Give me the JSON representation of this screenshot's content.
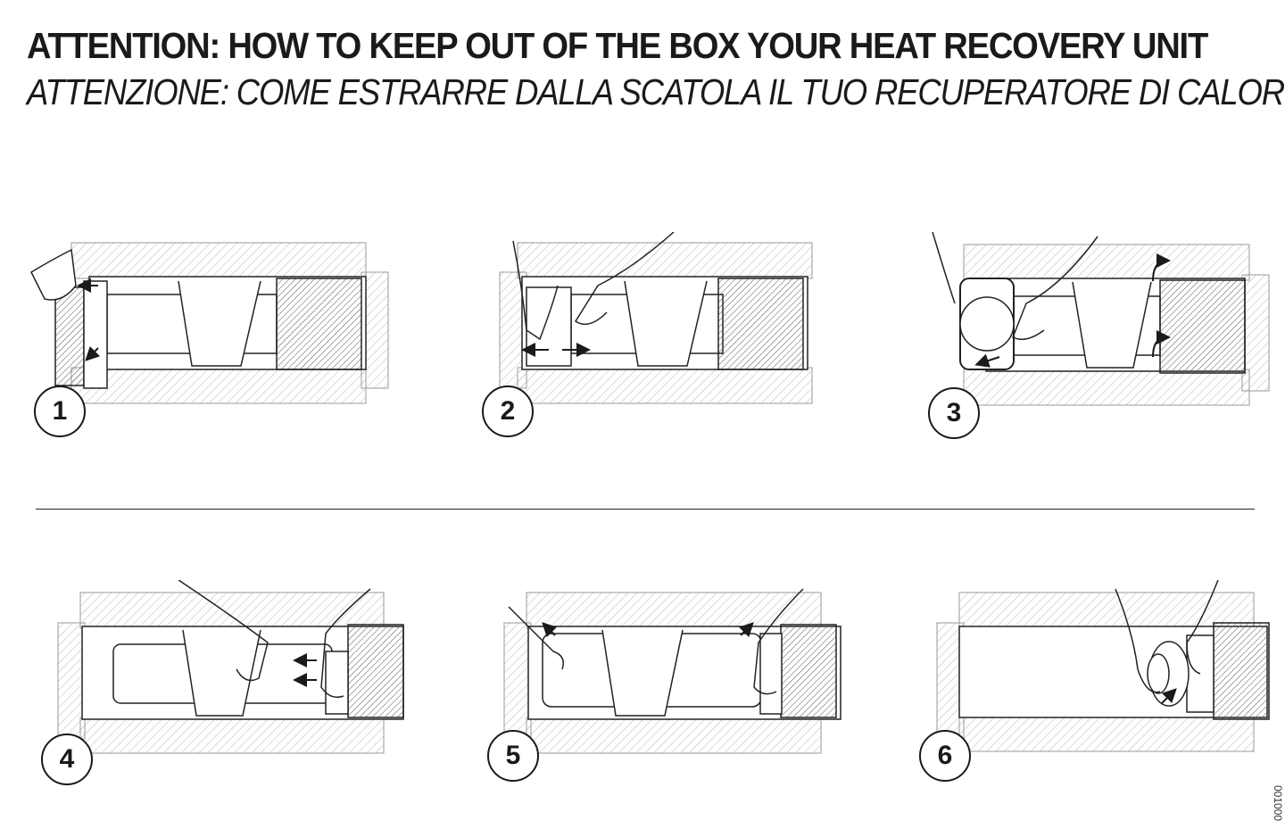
{
  "title": {
    "english": "ATTENTION: HOW TO KEEP OUT OF THE BOX YOUR HEAT RECOVERY UNIT",
    "italian": "ATTENZIONE: COME ESTRARRE DALLA SCATOLA IL TUO RECUPERATORE DI CALORE"
  },
  "steps": [
    {
      "number": "1"
    },
    {
      "number": "2"
    },
    {
      "number": "3"
    },
    {
      "number": "4"
    },
    {
      "number": "5"
    },
    {
      "number": "6"
    }
  ],
  "code": "001000",
  "colors": {
    "ink": "#1a1a1a",
    "hatch_light": "#b8b8b8",
    "hatch_dark": "#555555"
  }
}
